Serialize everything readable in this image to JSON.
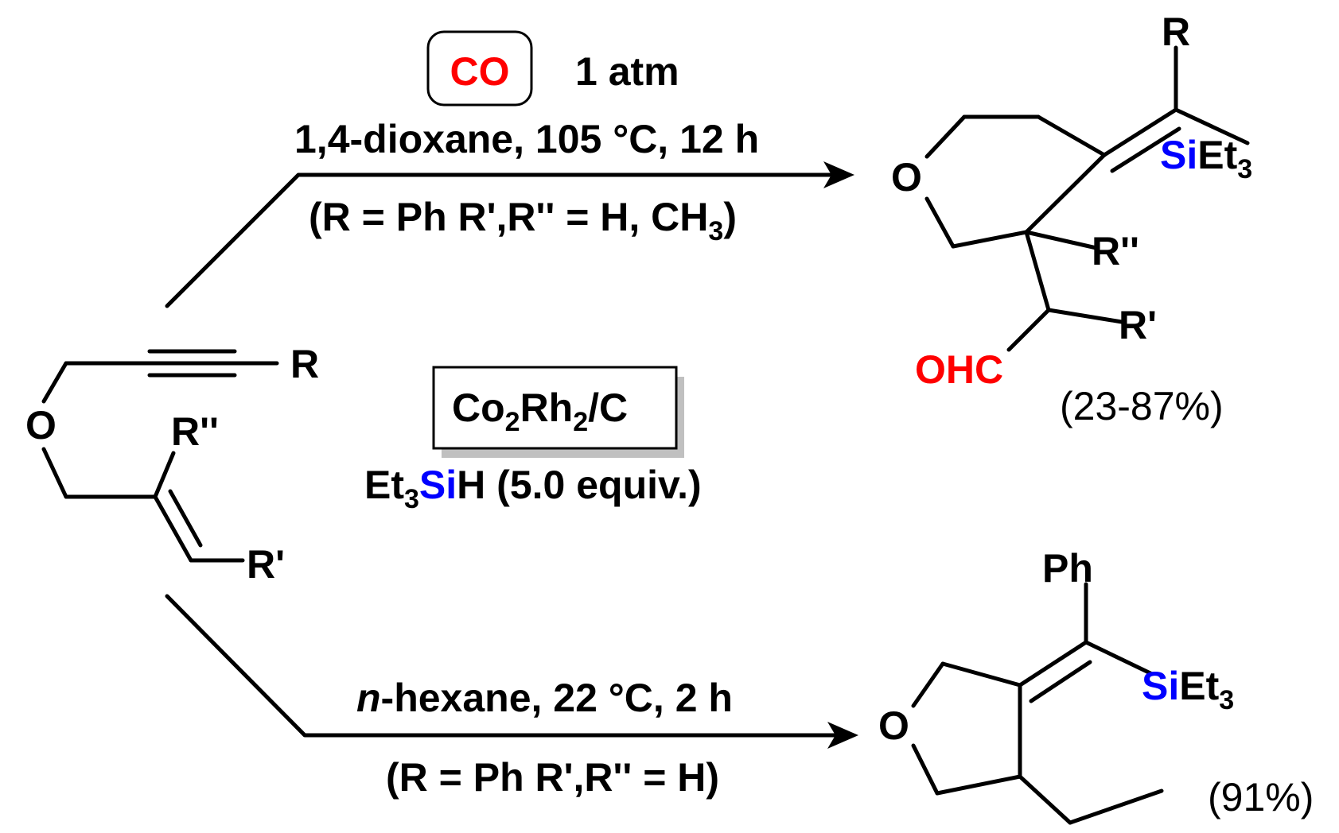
{
  "colors": {
    "ink": "#000000",
    "oxygen_red": "#ff0000",
    "silicon_blue": "#0000ff",
    "box_shadow": "#c0c0c0"
  },
  "reagents": {
    "co": "CO",
    "pressure": "1 atm",
    "catalyst": {
      "main": "Co",
      "sub1": "2",
      "mid": "Rh",
      "sub2": "2",
      "tail": "/C"
    },
    "silane": {
      "et": "Et",
      "sub": "3",
      "si": "Si",
      "h": "H (5.0 equiv.)"
    }
  },
  "top_reaction": {
    "conditions": "1,4-dioxane, 105 °C, 12 h",
    "scope_main": "(R = Ph   R',R'' = H, CH",
    "scope_sub": "3",
    "scope_close": ")",
    "yield": "(23-87%)"
  },
  "bottom_reaction": {
    "solvent_italic": "n",
    "conditions": "-hexane, 22 °C, 2 h",
    "scope": "(R = Ph R',R'' = H)",
    "yield": "(91%)"
  },
  "substrate": {
    "o": "O",
    "r": "R",
    "r2": "R''",
    "r1": "R'"
  },
  "product_top": {
    "o": "O",
    "r": "R",
    "si": "Si",
    "et": "Et",
    "sub": "3",
    "r2": "R''",
    "r1": "R'",
    "ohc": "OHC"
  },
  "product_bottom": {
    "o": "O",
    "ph": "Ph",
    "si": "Si",
    "et": "Et",
    "sub": "3"
  }
}
